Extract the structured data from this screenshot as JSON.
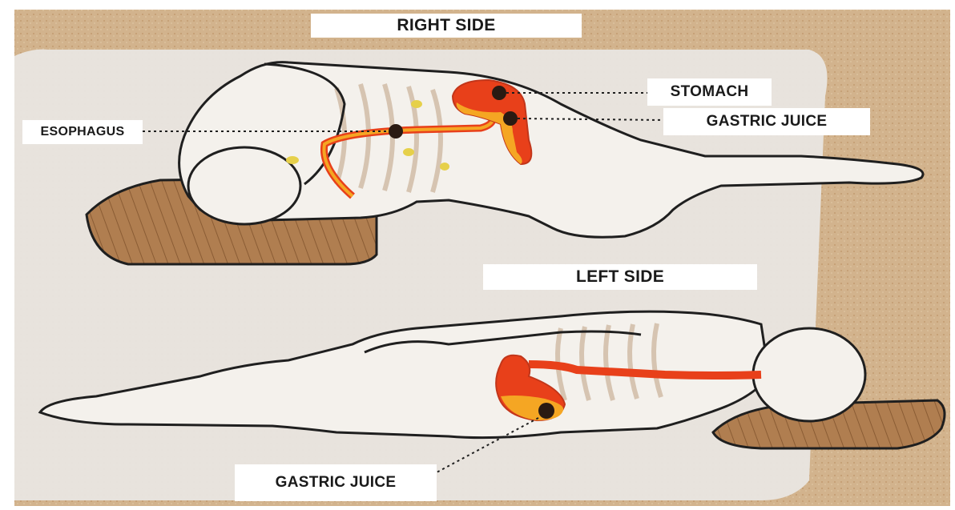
{
  "labels": {
    "right_side": "RIGHT SIDE",
    "left_side": "LEFT SIDE",
    "stomach": "STOMACH",
    "gastric_juice_right": "GASTRIC JUICE",
    "esophagus": "ESOPHAGUS",
    "gastric_juice_left": "GASTRIC JUICE"
  },
  "colors": {
    "background_tan": "#cfae86",
    "panel_light": "#ece9e4",
    "body_fill": "#f4f1ec",
    "outline": "#1f1f1f",
    "stomach_red": "#e8401a",
    "gastric_yellow": "#f5a623",
    "pillow_brown": "#a9764a",
    "yellow_dots": "#e6d04a"
  }
}
